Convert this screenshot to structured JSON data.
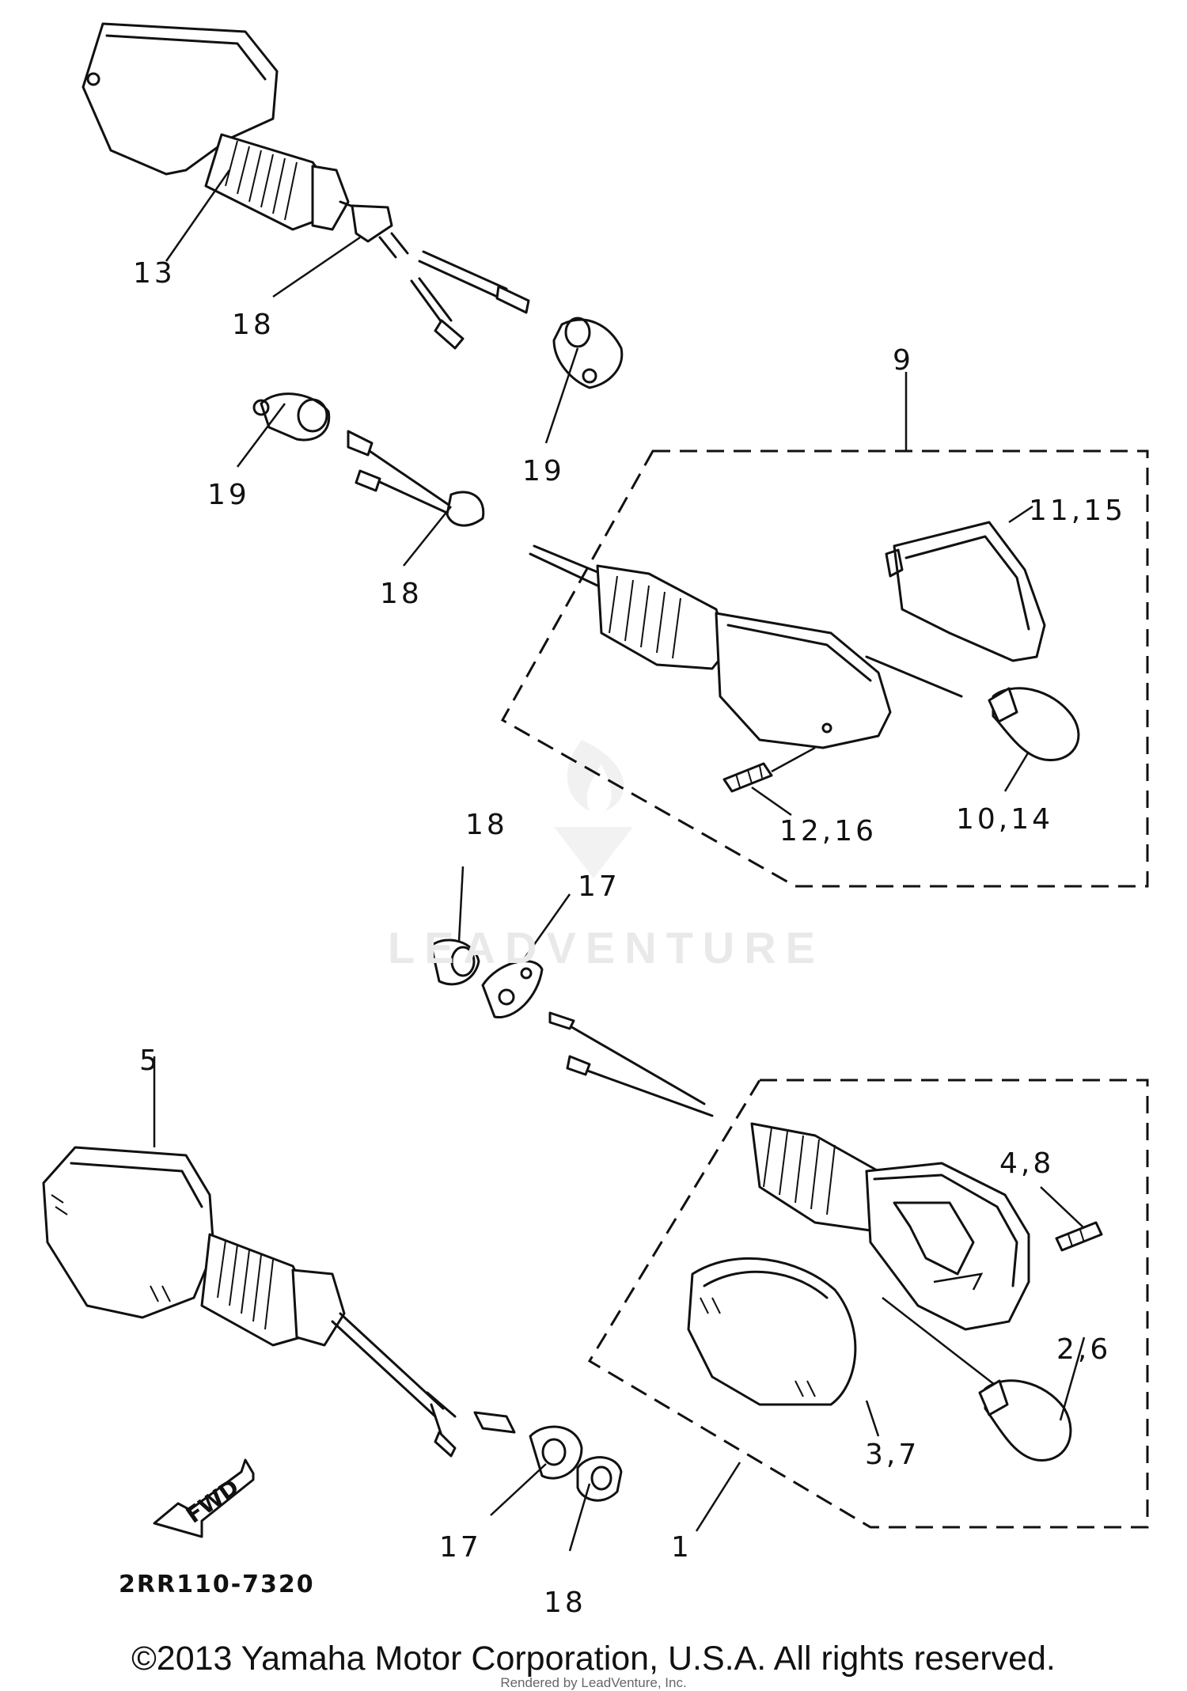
{
  "diagram": {
    "callouts": [
      {
        "id": "c13",
        "text": "13"
      },
      {
        "id": "c18a",
        "text": "18"
      },
      {
        "id": "c19a",
        "text": "19"
      },
      {
        "id": "c9",
        "text": "9"
      },
      {
        "id": "c19b",
        "text": "19"
      },
      {
        "id": "c11_15",
        "text": "11,15"
      },
      {
        "id": "c18b",
        "text": "18"
      },
      {
        "id": "c12_16",
        "text": "12,16"
      },
      {
        "id": "c10_14",
        "text": "10,14"
      },
      {
        "id": "c18c",
        "text": "18"
      },
      {
        "id": "c17a",
        "text": "17"
      },
      {
        "id": "c5",
        "text": "5"
      },
      {
        "id": "c4_8",
        "text": "4,8"
      },
      {
        "id": "c2_6",
        "text": "2,6"
      },
      {
        "id": "c3_7",
        "text": "3,7"
      },
      {
        "id": "c17b",
        "text": "17"
      },
      {
        "id": "c1",
        "text": "1"
      },
      {
        "id": "c18d",
        "text": "18"
      }
    ],
    "fwd_label": "FWD",
    "drawing_code": "2RR110-7320",
    "watermark": "LEADVENTURE"
  },
  "footer": {
    "copyright": "©2013 Yamaha Motor Corporation, U.S.A. All rights reserved.",
    "rendered_by": "Rendered by LeadVenture, Inc."
  }
}
